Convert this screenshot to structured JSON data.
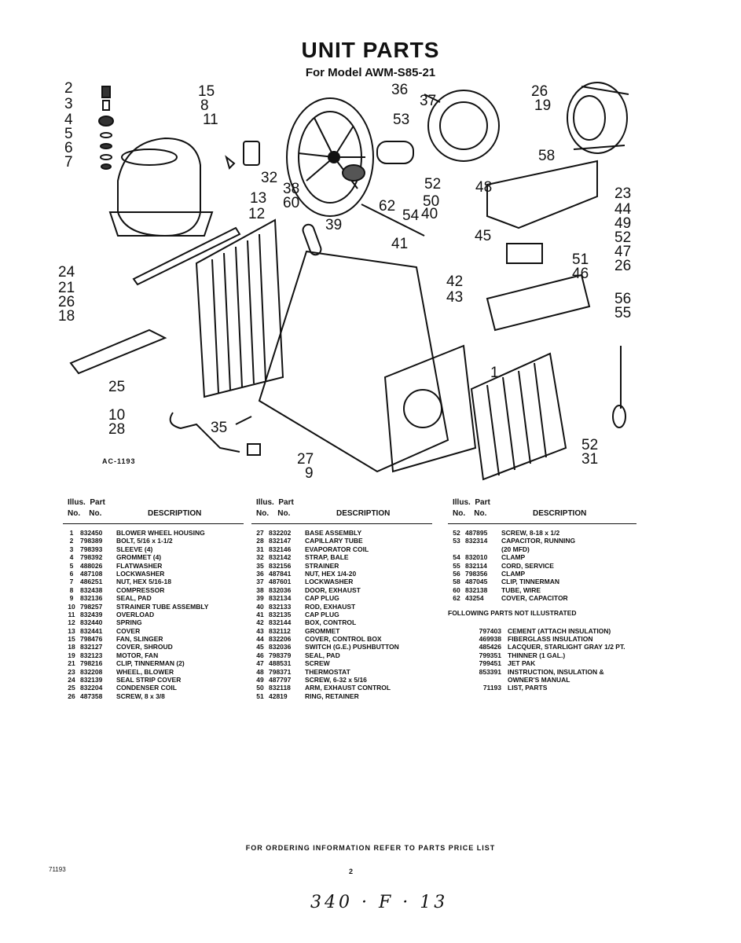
{
  "title": "UNIT PARTS",
  "subtitle": "For Model AWM-S85-21",
  "diagram_code": "AC-1193",
  "callouts": [
    "2",
    "3",
    "4",
    "5",
    "6",
    "7",
    "15",
    "8",
    "11",
    "36",
    "37",
    "26",
    "19",
    "53",
    "32",
    "13",
    "38",
    "60",
    "12",
    "62",
    "52",
    "48",
    "58",
    "23",
    "44",
    "49",
    "50",
    "54",
    "40",
    "39",
    "41",
    "45",
    "52",
    "47",
    "51",
    "26",
    "46",
    "24",
    "21",
    "26",
    "18",
    "42",
    "43",
    "56",
    "55",
    "25",
    "1",
    "10",
    "35",
    "28",
    "27",
    "9",
    "52",
    "31"
  ],
  "table": {
    "col_illus": "Illus.",
    "col_no": "No.",
    "col_part": "Part",
    "col_partno": "No.",
    "col_desc": "DESCRIPTION",
    "col1": [
      [
        "1",
        "832450",
        "BLOWER WHEEL HOUSING"
      ],
      [
        "2",
        "798389",
        "BOLT, 5/16 x 1-1/2"
      ],
      [
        "3",
        "798393",
        "SLEEVE (4)"
      ],
      [
        "4",
        "798392",
        "GROMMET (4)"
      ],
      [
        "5",
        "488026",
        "FLATWASHER"
      ],
      [
        "6",
        "487108",
        "LOCKWASHER"
      ],
      [
        "7",
        "486251",
        "NUT, HEX 5/16-18"
      ],
      [
        "8",
        "832438",
        "COMPRESSOR"
      ],
      [
        "9",
        "832136",
        "SEAL, PAD"
      ],
      [
        "10",
        "798257",
        "STRAINER TUBE ASSEMBLY"
      ],
      [
        "11",
        "832439",
        "OVERLOAD"
      ],
      [
        "12",
        "832440",
        "SPRING"
      ],
      [
        "13",
        "832441",
        "COVER"
      ],
      [
        "15",
        "798476",
        "FAN, SLINGER"
      ],
      [
        "18",
        "832127",
        "COVER, SHROUD"
      ],
      [
        "19",
        "832123",
        "MOTOR, FAN"
      ],
      [
        "21",
        "798216",
        "CLIP, TINNERMAN (2)"
      ],
      [
        "23",
        "832208",
        "WHEEL, BLOWER"
      ],
      [
        "24",
        "832139",
        "SEAL STRIP COVER"
      ],
      [
        "25",
        "832204",
        "CONDENSER COIL"
      ],
      [
        "26",
        "487358",
        "SCREW, 8 x 3/8"
      ]
    ],
    "col2": [
      [
        "27",
        "832202",
        "BASE ASSEMBLY"
      ],
      [
        "28",
        "832147",
        "CAPILLARY TUBE"
      ],
      [
        "31",
        "832146",
        "EVAPORATOR COIL"
      ],
      [
        "32",
        "832142",
        "STRAP, BALE"
      ],
      [
        "35",
        "832156",
        "STRAINER"
      ],
      [
        "36",
        "487841",
        "NUT, HEX 1/4-20"
      ],
      [
        "37",
        "487601",
        "LOCKWASHER"
      ],
      [
        "38",
        "832036",
        "DOOR, EXHAUST"
      ],
      [
        "39",
        "832134",
        "CAP PLUG"
      ],
      [
        "40",
        "832133",
        "ROD, EXHAUST"
      ],
      [
        "41",
        "832135",
        "CAP PLUG"
      ],
      [
        "42",
        "832144",
        "BOX, CONTROL"
      ],
      [
        "43",
        "832112",
        "GROMMET"
      ],
      [
        "44",
        "832206",
        "COVER, CONTROL BOX"
      ],
      [
        "45",
        "832036",
        "SWITCH (G.E.) PUSHBUTTON"
      ],
      [
        "46",
        "798379",
        "SEAL, PAD"
      ],
      [
        "47",
        "488531",
        "SCREW"
      ],
      [
        "48",
        "798371",
        "THERMOSTAT"
      ],
      [
        "49",
        "487797",
        "SCREW, 6-32 x 5/16"
      ],
      [
        "50",
        "832118",
        "ARM, EXHAUST CONTROL"
      ],
      [
        "51",
        "42819",
        "RING, RETAINER"
      ]
    ],
    "col3": [
      [
        "52",
        "487895",
        "SCREW, 8-18 x 1/2"
      ],
      [
        "53",
        "832314",
        "CAPACITOR, RUNNING"
      ],
      [
        "",
        "",
        "(20 MFD)"
      ],
      [
        "54",
        "832010",
        "CLAMP"
      ],
      [
        "55",
        "832114",
        "CORD, SERVICE"
      ],
      [
        "56",
        "798356",
        "CLAMP"
      ],
      [
        "58",
        "487045",
        "CLIP, TINNERMAN"
      ],
      [
        "60",
        "832138",
        "TUBE, WIRE"
      ],
      [
        "62",
        "43254",
        "COVER, CAPACITOR"
      ]
    ],
    "following_title": "FOLLOWING PARTS NOT ILLUSTRATED",
    "following": [
      [
        "797403",
        "CEMENT (ATTACH INSULATION)"
      ],
      [
        "469938",
        "FIBERGLASS INSULATION"
      ],
      [
        "485426",
        "LACQUER, STARLIGHT GRAY 1/2 PT."
      ],
      [
        "799351",
        "THINNER (1 GAL.)"
      ],
      [
        "799451",
        "JET PAK"
      ],
      [
        "853391",
        "INSTRUCTION, INSULATION & OWNER'S MANUAL"
      ],
      [
        "71193",
        "LIST, PARTS"
      ]
    ]
  },
  "footer": "FOR ORDERING INFORMATION REFER TO PARTS PRICE LIST",
  "doc_code": "71193",
  "page_number": "2",
  "handwritten": "340 · F · 13"
}
